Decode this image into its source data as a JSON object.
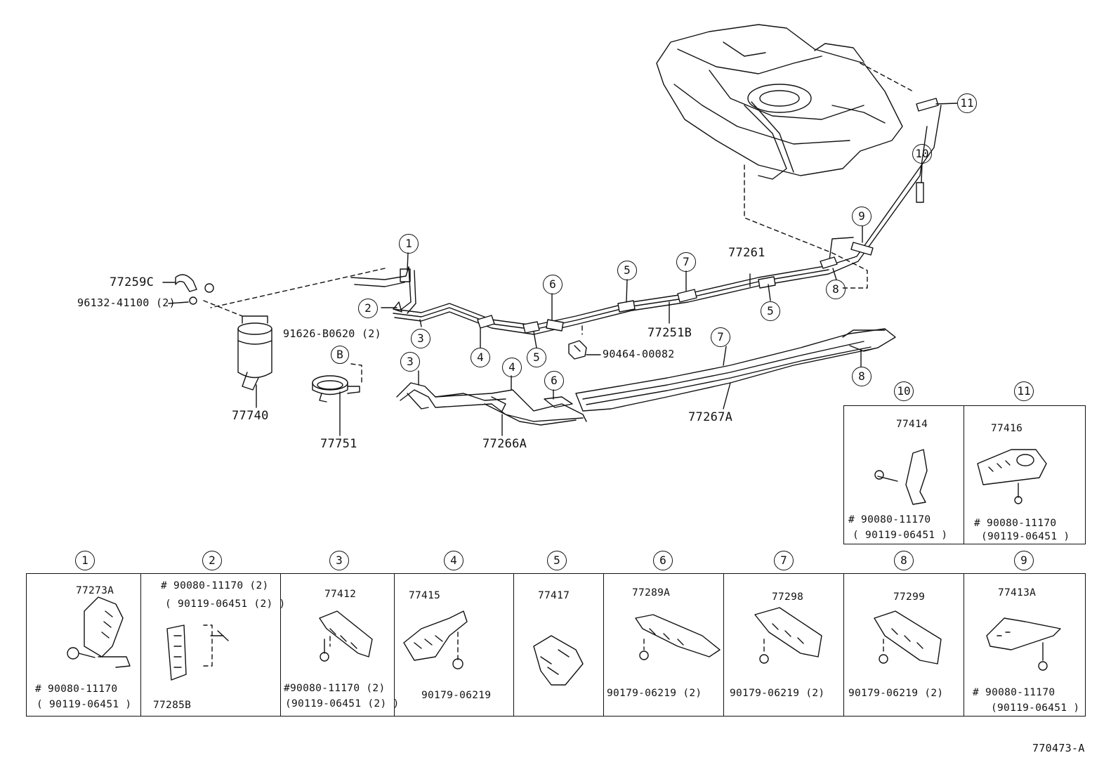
{
  "diagram_id": "770473-A",
  "callouts": {
    "c1": "1",
    "c2": "2",
    "c3": "3",
    "c4": "4",
    "c5": "5",
    "c6": "6",
    "c7": "7",
    "c8": "8",
    "c9": "9",
    "c10": "10",
    "c11": "11",
    "cB": "B"
  },
  "main_labels": {
    "p77259C": "77259C",
    "p96132": "96132-41100 (2)",
    "p77740": "77740",
    "p91626": "91626-B0620 (2)",
    "p77751": "77751",
    "p77266A": "77266A",
    "p77261": "77261",
    "p77251B": "77251B",
    "p90464": "90464-00082",
    "p77267A": "77267A"
  },
  "detail_panels": [
    {
      "num": "1",
      "part": "77273A",
      "bolt": "# 90080-11170",
      "alt": "( 90119-06451 )"
    },
    {
      "num": "2",
      "part": "77285B",
      "bolt": "#  90080-11170 (2)",
      "alt": "( 90119-06451 (2) )"
    },
    {
      "num": "3",
      "part": "77412",
      "bolt": "#90080-11170 (2)",
      "alt": "(90119-06451 (2) )"
    },
    {
      "num": "4",
      "part": "77415",
      "bolt": "90179-06219",
      "alt": ""
    },
    {
      "num": "5",
      "part": "77417",
      "bolt": "",
      "alt": ""
    },
    {
      "num": "6",
      "part": "77289A",
      "bolt": "90179-06219 (2)",
      "alt": ""
    },
    {
      "num": "7",
      "part": "77298",
      "bolt": "90179-06219 (2)",
      "alt": ""
    },
    {
      "num": "8",
      "part": "77299",
      "bolt": "90179-06219 (2)",
      "alt": ""
    },
    {
      "num": "9",
      "part": "77413A",
      "bolt": "# 90080-11170",
      "alt": "(90119-06451 )"
    },
    {
      "num": "10",
      "part": "77414",
      "bolt": "# 90080-11170",
      "alt": "( 90119-06451 )"
    },
    {
      "num": "11",
      "part": "77416",
      "bolt": "# 90080-11170",
      "alt": "(90119-06451 )"
    }
  ]
}
